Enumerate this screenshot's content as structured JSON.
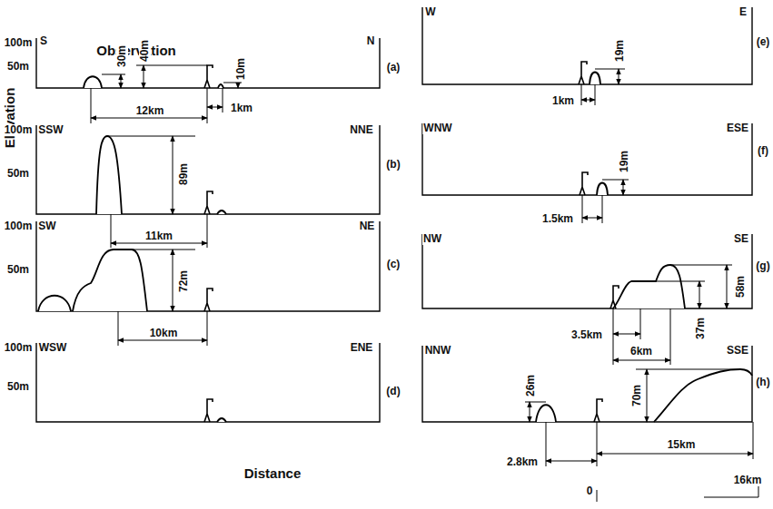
{
  "diagram": {
    "labels": [
      "100m",
      "S",
      "Observation",
      "N",
      "50m",
      "30m",
      "40m",
      "10m",
      "1km",
      "12km",
      "(a)",
      "Elevation",
      "100m",
      "SSW",
      "NNE",
      "50m",
      "89m",
      "11km",
      "(b)",
      "100m",
      "SW",
      "NE",
      "50m",
      "72m",
      "10km",
      "(c)",
      "100m",
      "WSW",
      "ENE",
      "50m",
      "(d)",
      "Distance",
      "W",
      "E",
      "19m",
      "1km",
      "(e)",
      "WNW",
      "ESE",
      "19m",
      "1.5km",
      "(f)",
      "NW",
      "SE",
      "58m",
      "37m",
      "3.5km",
      "6km",
      "(g)",
      "NNW",
      "SSE",
      "26m",
      "70m",
      "2.8km",
      "15km",
      "(h)",
      "0",
      "16km"
    ]
  }
}
